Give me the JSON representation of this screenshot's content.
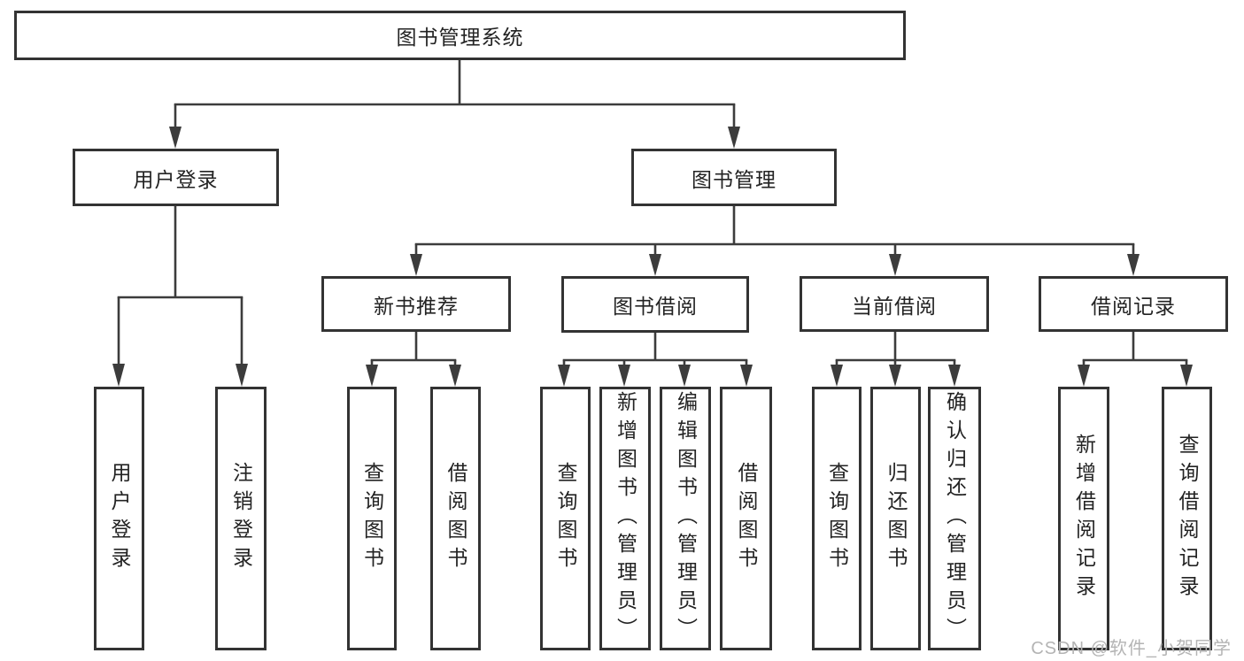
{
  "diagram": {
    "root": "图书管理系统",
    "level2": {
      "user_login": "用户登录",
      "book_mgmt": "图书管理"
    },
    "level3": {
      "new_book_rec": "新书推荐",
      "book_borrow": "图书借阅",
      "current_borrow": "当前借阅",
      "borrow_record": "借阅记录"
    },
    "leaves": {
      "ul_login": "用户登录",
      "ul_logout": "注销登录",
      "nb_query": "查询图书",
      "nb_borrow": "借阅图书",
      "bb_query": "查询图书",
      "bb_add": "新增图书（管理员）",
      "bb_edit": "编辑图书（管理员）",
      "bb_borrow": "借阅图书",
      "cb_query": "查询图书",
      "cb_return": "归还图书",
      "cb_confirm": "确认归还（管理员）",
      "br_add": "新增借阅记录",
      "br_query": "查询借阅记录"
    },
    "watermark": "CSDN @软件_小贺同学",
    "colors": {
      "line": "#3c3c3c",
      "box_border": "#333333",
      "box_fill": "#ffffff",
      "text": "#232323",
      "watermark": "#b4b4b4"
    }
  }
}
